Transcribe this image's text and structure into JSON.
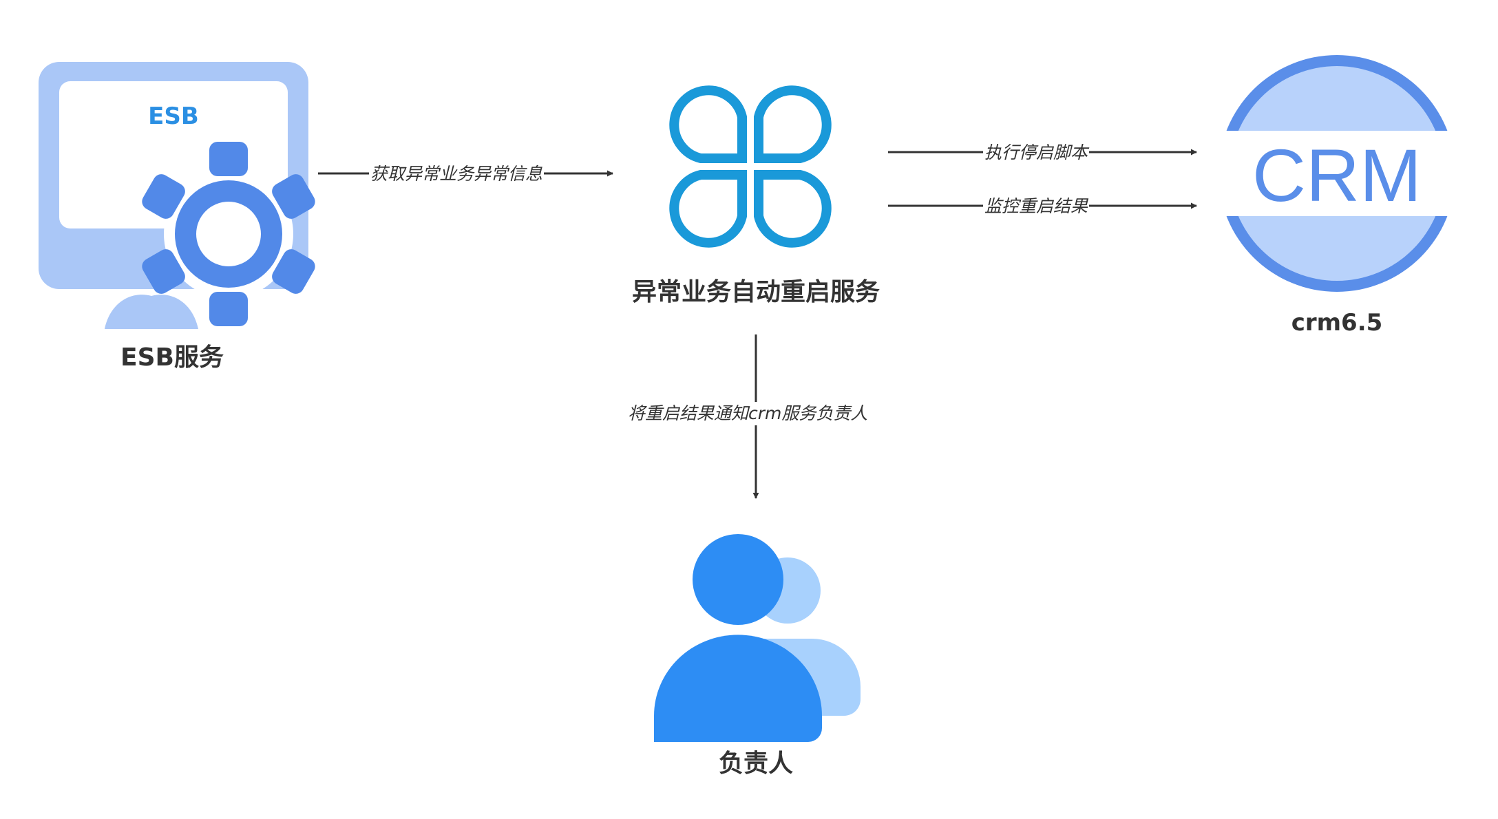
{
  "colors": {
    "esb_monitor": "#aac7f7",
    "esb_gear": "#5289e8",
    "esb_text": "#2b8fe3",
    "clover": "#1a99d9",
    "crm_ring": "#5a8ee9",
    "crm_fill": "#b8d2fb",
    "person_front": "#2d8df4",
    "person_back": "#a8d1fd",
    "edge": "#333333",
    "label_text": "#333333"
  },
  "nodes": {
    "esb": {
      "icon_text": "ESB",
      "label": "ESB服务",
      "icon": "monitor-gear-icon"
    },
    "restart_service": {
      "label": "异常业务自动重启服务",
      "icon": "clover-icon"
    },
    "crm": {
      "icon_text": "CRM",
      "label": "crm6.5",
      "icon": "crm-circle-icon"
    },
    "owner": {
      "label": "负责人",
      "icon": "users-icon"
    }
  },
  "edges": {
    "esb_to_service": "获取异常业务异常信息",
    "service_to_crm_exec": "执行停启脚本",
    "service_to_crm_monitor": "监控重启结果",
    "service_to_owner": "将重启结果通知crm服务负责人"
  }
}
